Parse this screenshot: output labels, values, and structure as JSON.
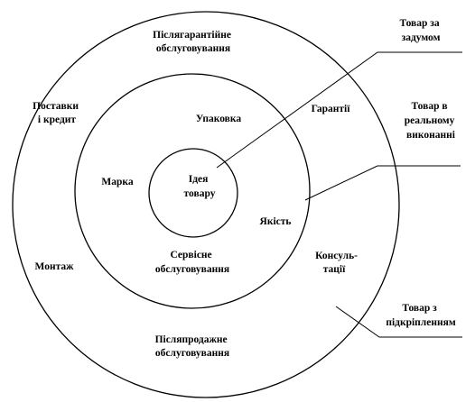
{
  "diagram": {
    "center": [
      "Ідея",
      "товару"
    ],
    "middle_ring": {
      "packaging": "Упаковка",
      "brand": "Марка",
      "quality": "Якість",
      "service": [
        "Сервісне",
        "обслуговування"
      ]
    },
    "outer_ring": {
      "post_warranty": [
        "Післягарантійне",
        "обслуговування"
      ],
      "warranty": "Гарантії",
      "delivery_credit": [
        "Поставки",
        "і кредит"
      ],
      "installation": "Монтаж",
      "consulting": [
        "Консуль-",
        "тації"
      ],
      "after_sales": [
        "Післяпродажне",
        "обслуговування"
      ]
    },
    "callouts": {
      "by_design": [
        "Товар за",
        "задумом"
      ],
      "actual": [
        "Товар в",
        "реальному",
        "виконанні"
      ],
      "augmented": [
        "Товар з",
        "підкріпленням"
      ]
    }
  }
}
